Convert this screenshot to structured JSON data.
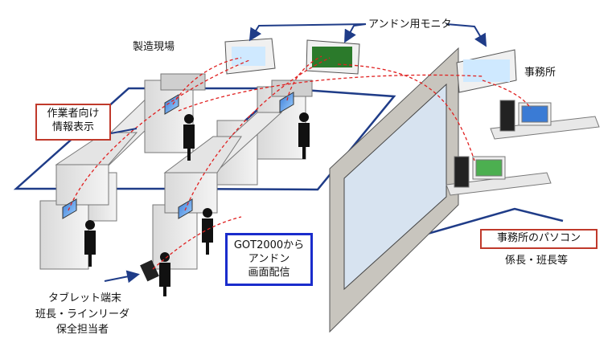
{
  "labels": {
    "manufacturing_site": "製造現場",
    "andon_monitor": "アンドン用モニタ",
    "office": "事務所",
    "tablet_terminal": "タブレット端末",
    "tablet_users_line1": "班長・ラインリーダ",
    "tablet_users_line2": "保全担当者",
    "office_pc_users": "係長・班長等"
  },
  "boxes": {
    "worker_info_line1": "作業者向け",
    "worker_info_line2": "情報表示",
    "got_line1": "GOT2000から",
    "got_line2": "アンドン",
    "got_line3": "画面配信",
    "office_pc": "事務所のパソコン"
  },
  "colors": {
    "red_frame": "#c0392b",
    "blue_frame": "#1a2ccc",
    "line_navy": "#1f3c88",
    "dashed_red": "#e02020",
    "wall": "#c8c5be"
  }
}
